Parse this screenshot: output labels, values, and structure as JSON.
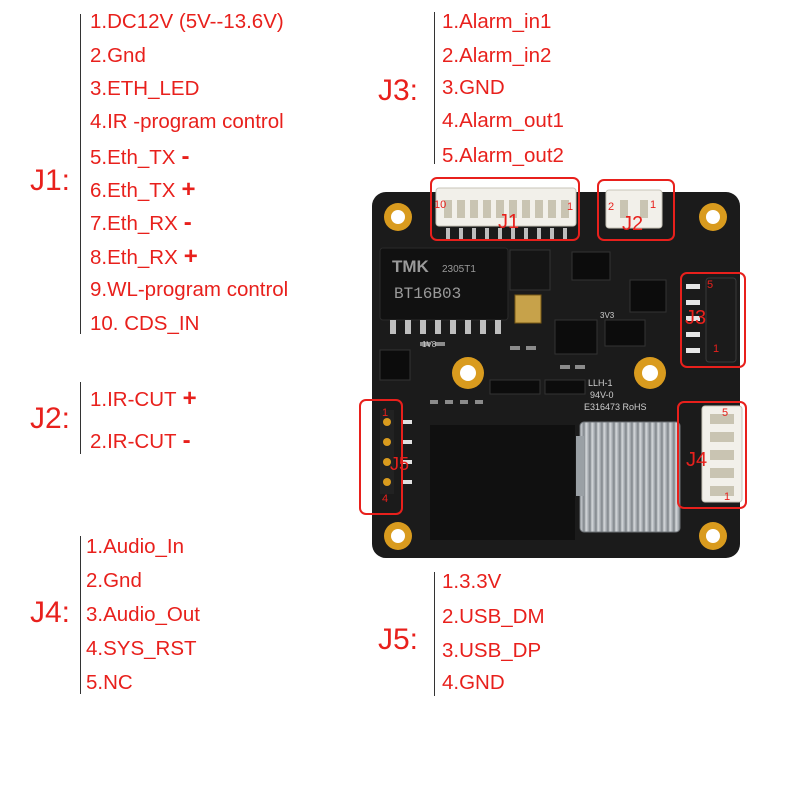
{
  "groups": {
    "j1": {
      "label": "J1:",
      "pins": [
        "1.DC12V (5V--13.6V)",
        "2.Gnd",
        "3.ETH_LED",
        "4.IR -program control",
        "5.Eth_TX",
        "6.Eth_TX",
        "7.Eth_RX",
        "8.Eth_RX",
        "9.WL-program control",
        "10. CDS_IN"
      ],
      "signs": {
        "p5": "-",
        "p6": "+",
        "p7": "-",
        "p8": "+"
      }
    },
    "j2": {
      "label": "J2:",
      "pins": [
        "1.IR-CUT",
        "2.IR-CUT"
      ],
      "signs": {
        "p1": "+",
        "p2": "-"
      }
    },
    "j3": {
      "label": "J3:",
      "pins": [
        "1.Alarm_in1",
        "2.Alarm_in2",
        "3.GND",
        "4.Alarm_out1",
        "5.Alarm_out2"
      ]
    },
    "j4": {
      "label": "J4:",
      "pins": [
        "1.Audio_In",
        "2.Gnd",
        "3.Audio_Out",
        "4.SYS_RST",
        "5.NC"
      ]
    },
    "j5": {
      "label": "J5:",
      "pins": [
        "1.3.3V",
        "2.USB_DM",
        "3.USB_DP",
        "4.GND"
      ]
    }
  },
  "board": {
    "chip_text_1": "TMK",
    "chip_text_2": "2305T1",
    "chip_text_3": "BT16B03",
    "marking_1": "LLH-1",
    "marking_2": "94V-0",
    "marking_3": "E316473 RoHS",
    "marking_4": "1V8",
    "marking_5": "3V3",
    "j1": {
      "name": "J1",
      "pin_high": "10",
      "pin_low": "1"
    },
    "j2": {
      "name": "J2",
      "pin_high": "2",
      "pin_low": "1"
    },
    "j3": {
      "name": "J3",
      "pin_high": "5",
      "pin_low": "1"
    },
    "j4": {
      "name": "J4",
      "pin_high": "5",
      "pin_low": "1"
    },
    "j5": {
      "name": "J5",
      "pin_high": "1",
      "pin_low": "4"
    }
  },
  "colors": {
    "label": "#e8201c",
    "pcb": "#1b1b1b",
    "gold": "#d99b1e",
    "silver": "#b8bcc0",
    "connector": "#f2f0ea"
  }
}
